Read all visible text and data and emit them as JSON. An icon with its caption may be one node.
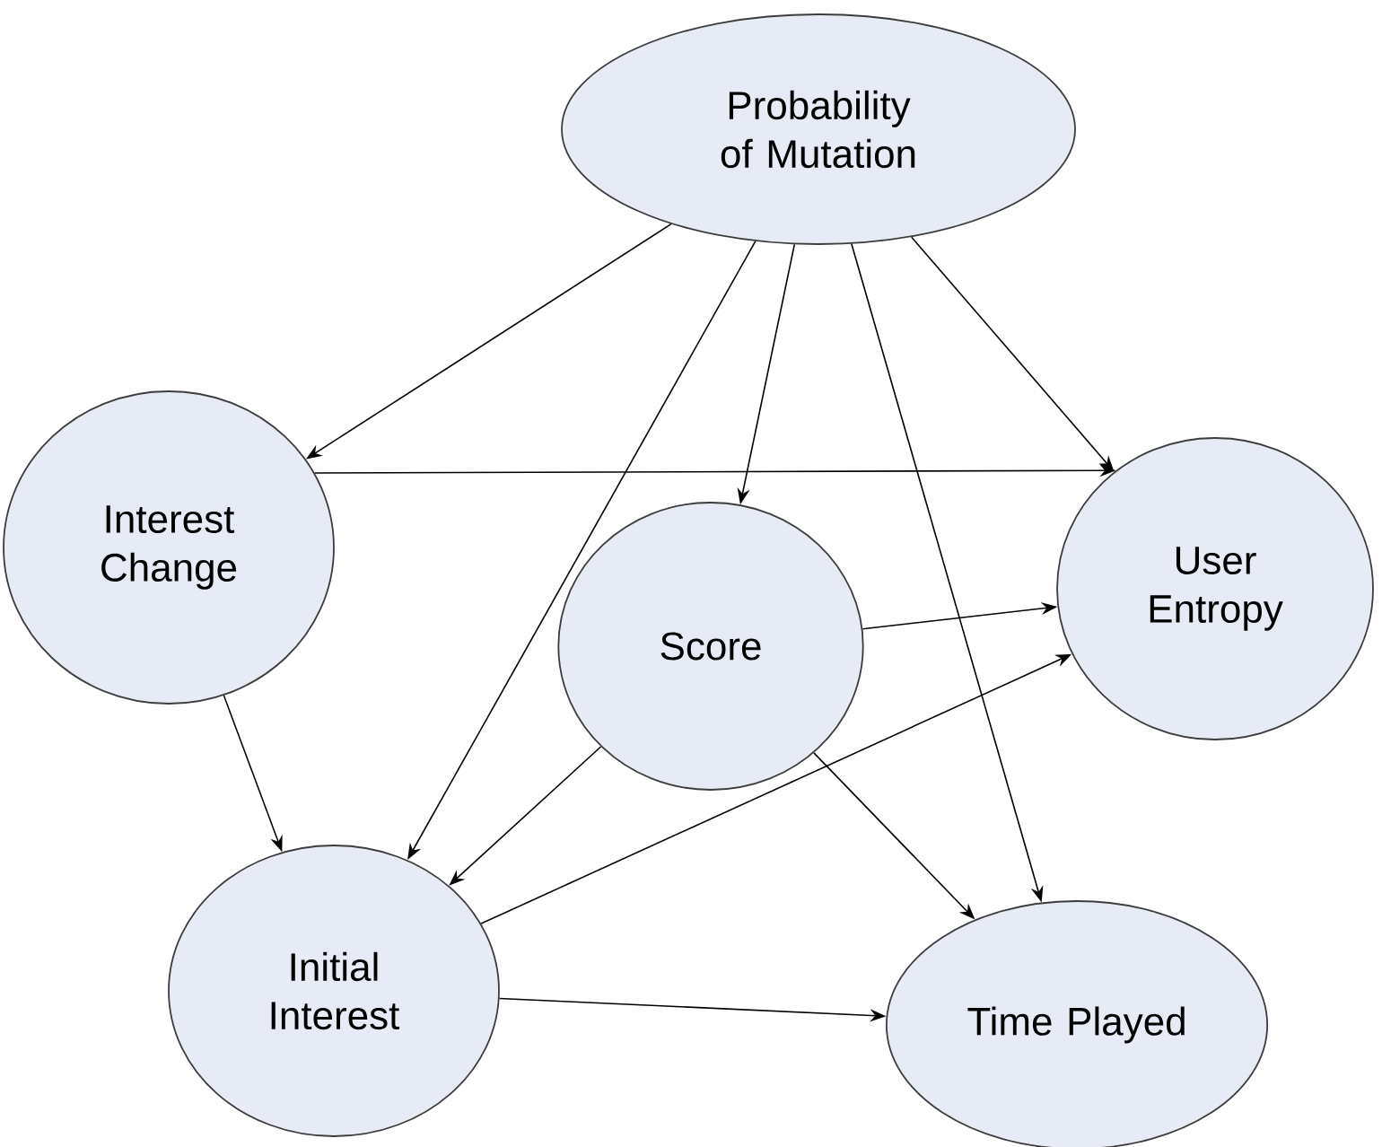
{
  "diagram": {
    "nodes": [
      {
        "text": [
          "Probability of Mutation"
        ]
      },
      {
        "text": [
          "Interest Change"
        ]
      },
      {
        "text": [
          "User Entropy"
        ]
      },
      {
        "text": [
          "Score"
        ]
      },
      {
        "text": [
          "Initial Interest"
        ]
      },
      {
        "text": [
          "Time Played"
        ]
      }
    ],
    "edges": [
      {
        "from": 0,
        "to": 1,
        "arrow": "to"
      },
      {
        "from": 0,
        "to": 4,
        "arrow": "to"
      },
      {
        "from": 0,
        "to": 3,
        "arrow": "to"
      },
      {
        "from": 0,
        "to": 5,
        "arrow": "to"
      },
      {
        "from": 0,
        "to": 2,
        "arrow": "to"
      },
      {
        "from": 1,
        "to": 2,
        "arrow": "to"
      },
      {
        "from": 1,
        "to": 4,
        "arrow": "to"
      },
      {
        "from": 3,
        "to": 2,
        "arrow": "to"
      },
      {
        "from": 3,
        "to": 4,
        "arrow": "to"
      },
      {
        "from": 3,
        "to": 5,
        "arrow": "to"
      },
      {
        "from": 4,
        "to": 2,
        "arrow": "to"
      },
      {
        "from": 4,
        "to": 5,
        "arrow": "to"
      }
    ]
  }
}
